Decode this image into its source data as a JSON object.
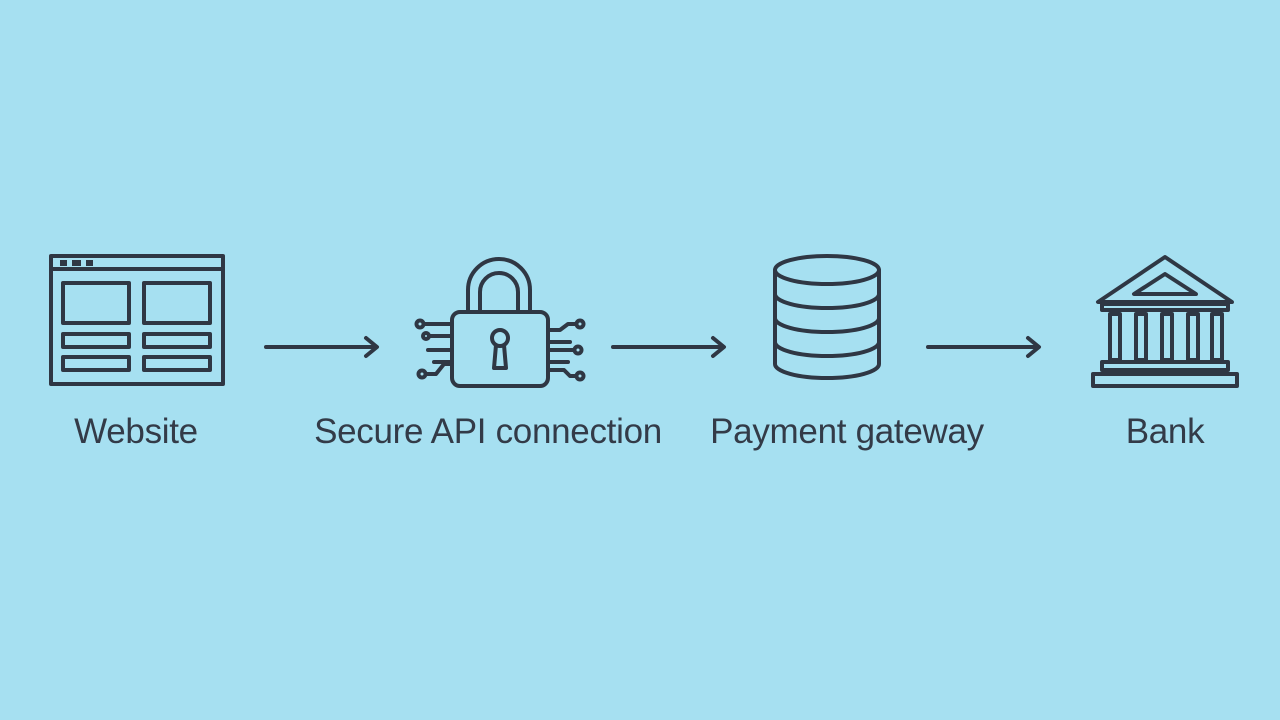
{
  "diagram": {
    "background_color": "#a6e0f1",
    "ink_color": "#2f3744",
    "nodes": [
      {
        "id": "website",
        "label": "Website",
        "icon": "browser-window-icon"
      },
      {
        "id": "api",
        "label": "Secure API connection",
        "icon": "circuit-lock-icon"
      },
      {
        "id": "gateway",
        "label": "Payment gateway",
        "icon": "database-icon"
      },
      {
        "id": "bank",
        "label": "Bank",
        "icon": "bank-building-icon"
      }
    ],
    "edges": [
      {
        "from": "website",
        "to": "api"
      },
      {
        "from": "api",
        "to": "gateway"
      },
      {
        "from": "gateway",
        "to": "bank"
      }
    ]
  }
}
